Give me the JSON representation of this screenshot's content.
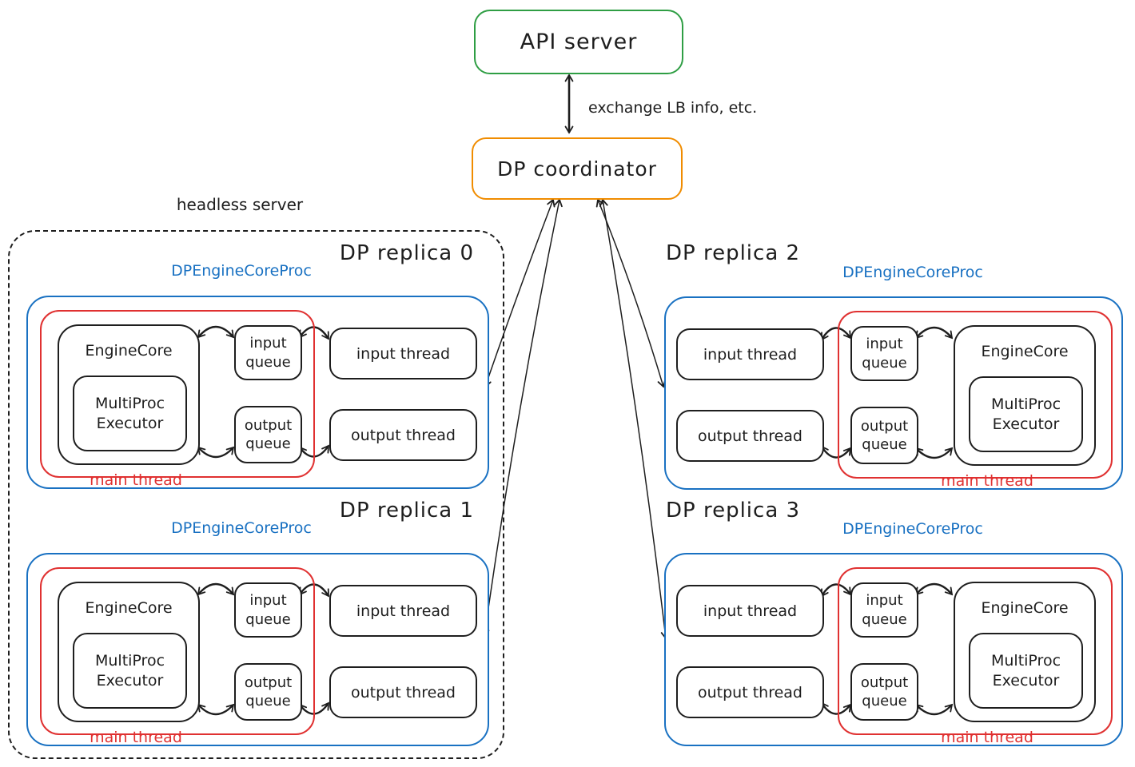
{
  "colors": {
    "green": "#2f9e44",
    "orange": "#f08c00",
    "blue": "#1971c2",
    "red": "#e03131",
    "ink": "#1e1e1e"
  },
  "api_server": {
    "label": "API server"
  },
  "coordinator": {
    "label": "DP coordinator"
  },
  "link_label": "exchange LB info, etc.",
  "headless_server": {
    "label": "headless server"
  },
  "replicas": [
    {
      "title": "DP replica 0",
      "proc_label": "DPEngineCoreProc",
      "engine_core": "EngineCore",
      "executor": "MultiProc\nExecutor",
      "input_queue": "input\nqueue",
      "output_queue": "output\nqueue",
      "input_thread": "input thread",
      "output_thread": "output thread",
      "main_thread": "main thread"
    },
    {
      "title": "DP replica 1",
      "proc_label": "DPEngineCoreProc",
      "engine_core": "EngineCore",
      "executor": "MultiProc\nExecutor",
      "input_queue": "input\nqueue",
      "output_queue": "output\nqueue",
      "input_thread": "input thread",
      "output_thread": "output thread",
      "main_thread": "main thread"
    },
    {
      "title": "DP replica 2",
      "proc_label": "DPEngineCoreProc",
      "engine_core": "EngineCore",
      "executor": "MultiProc\nExecutor",
      "input_queue": "input\nqueue",
      "output_queue": "output\nqueue",
      "input_thread": "input thread",
      "output_thread": "output thread",
      "main_thread": "main thread"
    },
    {
      "title": "DP replica 3",
      "proc_label": "DPEngineCoreProc",
      "engine_core": "EngineCore",
      "executor": "MultiProc\nExecutor",
      "input_queue": "input\nqueue",
      "output_queue": "output\nqueue",
      "input_thread": "input thread",
      "output_thread": "output thread",
      "main_thread": "main thread"
    }
  ]
}
